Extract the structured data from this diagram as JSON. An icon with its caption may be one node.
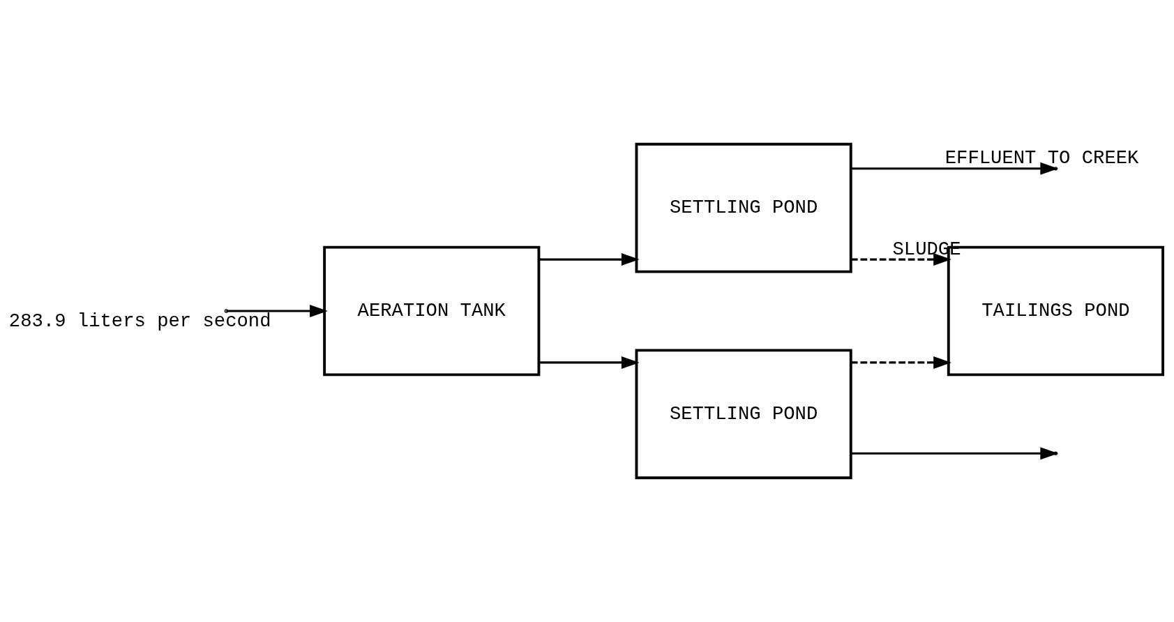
{
  "diagram": {
    "nodes": [
      {
        "text": [
          "AERATION TANK"
        ]
      },
      {
        "text": [
          "SETTLING POND"
        ]
      },
      {
        "text": [
          "SETTLING POND"
        ]
      },
      {
        "text": [
          "TAILINGS POND"
        ]
      }
    ],
    "edges": [
      {
        "from": null,
        "to": 0,
        "arrow": "to",
        "label": "283.9 liters per second"
      },
      {
        "from": 0,
        "to": 1,
        "arrow": "to"
      },
      {
        "from": 0,
        "to": 2,
        "arrow": "to"
      },
      {
        "from": 1,
        "to": null,
        "arrow": "to",
        "label": "EFFLUENT TO CREEK"
      },
      {
        "from": 2,
        "to": null,
        "arrow": "to"
      },
      {
        "from": 1,
        "to": 3,
        "arrow": "to",
        "style": "dashed",
        "label": "SLUDGE"
      },
      {
        "from": 2,
        "to": 3,
        "arrow": "to",
        "style": "dashed"
      }
    ]
  }
}
